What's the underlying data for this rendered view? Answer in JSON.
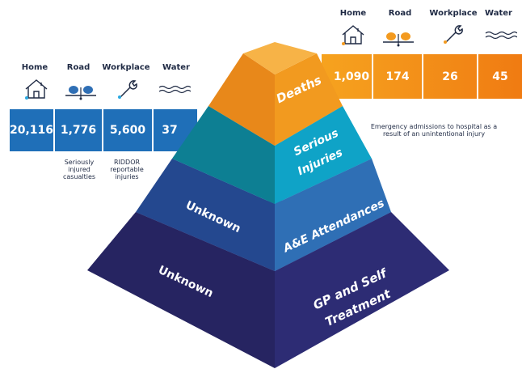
{
  "left_panel": {
    "categories": [
      {
        "label": "Home",
        "icon": "house-icon",
        "value": "20,116"
      },
      {
        "label": "Road",
        "icon": "car-crash-icon",
        "value": "1,776"
      },
      {
        "label": "Workplace",
        "icon": "wrench-icon",
        "value": "5,600"
      },
      {
        "label": "Water",
        "icon": "waves-icon",
        "value": "37"
      }
    ],
    "notes": {
      "road": "Seriously injured casualties",
      "workplace": "RIDDOR reportable injuries"
    }
  },
  "right_panel": {
    "categories": [
      {
        "label": "Home",
        "icon": "house-icon",
        "value": "1,090"
      },
      {
        "label": "Road",
        "icon": "car-crash-icon",
        "value": "174"
      },
      {
        "label": "Workplace",
        "icon": "wrench-icon",
        "value": "26"
      },
      {
        "label": "Water",
        "icon": "waves-icon",
        "value": "45"
      }
    ],
    "caption": "Emergency admissions to hospital as a result of an unintentional injury"
  },
  "pyramid": {
    "deaths": "Deaths",
    "serious_line1": "Serious",
    "serious_line2": "Injuries",
    "ae": "A&E Attendances",
    "ae_left": "Unknown",
    "gp_line1": "GP and Self",
    "gp_line2": "Treatment",
    "gp_left": "Unknown"
  },
  "colors": {
    "deaths_front": "#f29a1f",
    "deaths_side": "#e8881a",
    "serious_front": "#0fa3c7",
    "serious_left": "#0d7f93",
    "ae_front": "#2f6fb5",
    "ae_left": "#24488f",
    "gp_front": "#2d2c74",
    "gp_left": "#262461",
    "bar_blue": "#1f6fb8",
    "bar_orange": "#f39a1f"
  }
}
